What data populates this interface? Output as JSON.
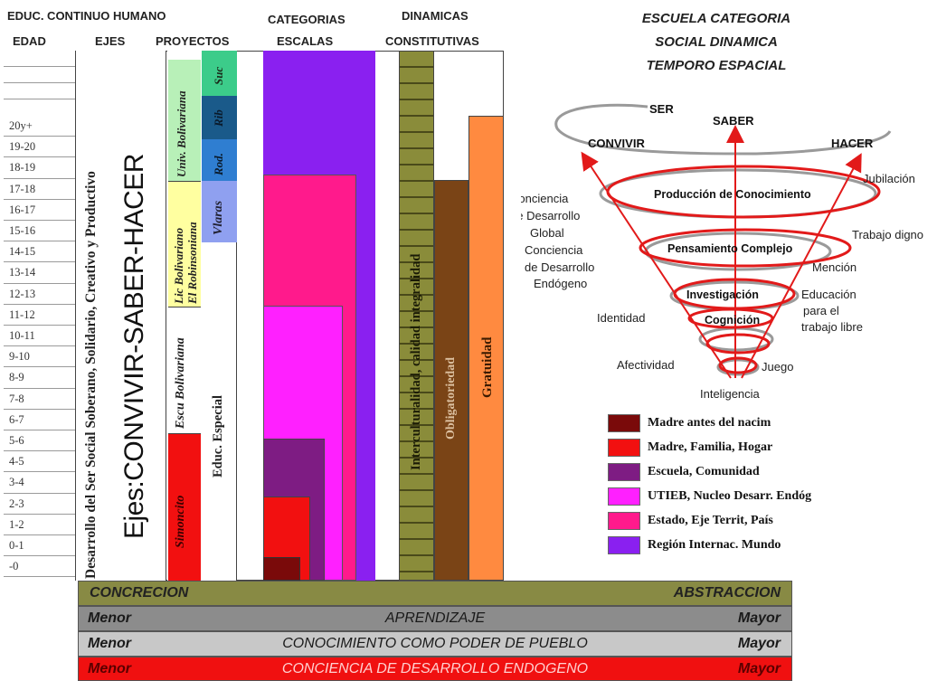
{
  "headers": {
    "educ": "EDUC. CONTINUO HUMANO",
    "edad": "EDAD",
    "ejes": "EJES",
    "proyectos": "PROYECTOS",
    "categorias": "CATEGORIAS",
    "escalas": "ESCALAS",
    "dinamicas": "DINAMICAS",
    "constitutivas": "CONSTITUTIVAS"
  },
  "ages": [
    "20y+",
    "19-20",
    "18-19",
    "17-18",
    "16-17",
    "15-16",
    "14-15",
    "13-14",
    "12-13",
    "11-12",
    "10-11",
    "9-10",
    "8-9",
    "7-8",
    "6-7",
    "5-6",
    "4-5",
    "3-4",
    "2-3",
    "1-2",
    "0-1",
    "-0"
  ],
  "ejes": {
    "title": "Ejes:CONVIVIR-SABER-HACER",
    "desarrollo": "Desarrollo del Ser Social Soberano, Solidario, Creativo y Productivo"
  },
  "proyectos": {
    "simoncito": "Simoncito",
    "escuela": "Escu Bolivariana",
    "liceo": "Lic Bolivariano",
    "robinsoniana": "El Robinsoniana",
    "univ": "Univ. Bolivariana",
    "suc": "Suc",
    "rib": "Rib",
    "rod": "Rod.",
    "vlaras": "Vlaras",
    "educ_especial": "Educ. Especial"
  },
  "dinamicas": {
    "interculturalidad": "Interculturalidad, calidad integralidad",
    "obligatoriedad": "Obligatoriedad",
    "gratuidad": "Gratuidad"
  },
  "spiral": {
    "title_lines": [
      "ESCUELA CATEGORIA",
      "SOCIAL DINAMICA",
      "TEMPORO ESPACIAL"
    ],
    "ser": "SER",
    "saber": "SABER",
    "convivir": "CONVIVIR",
    "hacer": "HACER",
    "produccion": "Producción de Conocimiento",
    "pensamiento": "Pensamiento Complejo",
    "investigacion": "Investigación",
    "cognicion": "Cognición",
    "conciencia_global": [
      "Conciencia",
      "de Desarrollo",
      "Global"
    ],
    "conciencia_endogeno": [
      "Conciencia",
      "de Desarrollo",
      "Endógeno"
    ],
    "identidad": "Identidad",
    "afectividad": "Afectividad",
    "juego": "Juego",
    "inteligencia": "Inteligencia",
    "jubilacion": "Jubilación",
    "trabajo_digno": "Trabajo digno",
    "mencion": "Mención",
    "educacion": [
      "Educación",
      "para el",
      "trabajo libre"
    ]
  },
  "legend": [
    {
      "label": "Madre antes del nacim",
      "color": "#7a0a0a"
    },
    {
      "label": "Madre, Familia, Hogar",
      "color": "#f21010"
    },
    {
      "label": "Escuela, Comunidad",
      "color": "#7e1c83"
    },
    {
      "label": "UTIEB, Nucleo Desarr. Endóg",
      "color": "#ff20ff"
    },
    {
      "label": "Estado, Eje Territ, País",
      "color": "#ff1a8c"
    },
    {
      "label": "Región Internac. Mundo",
      "color": "#8a20f0"
    }
  ],
  "bands": [
    {
      "left": "CONCRECION",
      "center": "",
      "right": "ABSTRACCION"
    },
    {
      "left": "Menor",
      "center": "APRENDIZAJE",
      "right": "Mayor"
    },
    {
      "left": "Menor",
      "center": "CONOCIMIENTO COMO PODER DE PUEBLO",
      "right": "Mayor"
    },
    {
      "left": "Menor",
      "center": "CONCIENCIA DE DESARROLLO ENDOGENO",
      "right": "Mayor"
    }
  ]
}
